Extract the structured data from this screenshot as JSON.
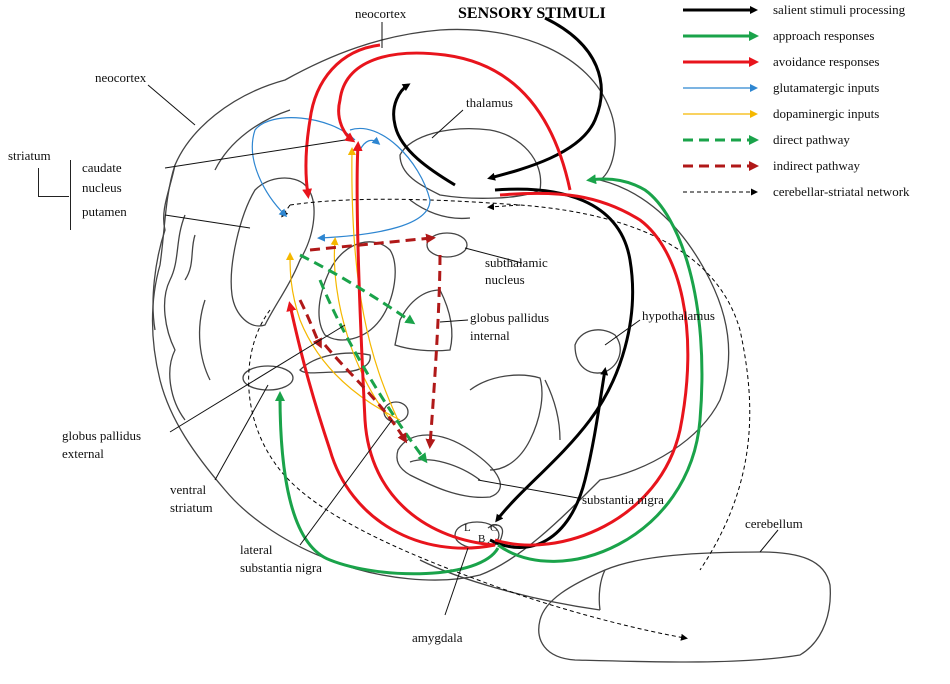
{
  "title": "SENSORY STIMULI",
  "labels": {
    "neocortex_top": "neocortex",
    "neocortex_left": "neocortex",
    "thalamus": "thalamus",
    "striatum": "striatum",
    "caudate": "caudate",
    "nucleus": "nucleus",
    "putamen": "putamen",
    "subthalamic": "subthalamic",
    "subthalamic_nucleus": "nucleus",
    "gp_internal_1": "globus pallidus",
    "gp_internal_2": "internal",
    "hypothalamus": "hypothalamus",
    "gp_external_1": "globus pallidus",
    "gp_external_2": "external",
    "ventral_1": "ventral",
    "ventral_2": "striatum",
    "lateral_sn_1": "lateral",
    "lateral_sn_2": "substantia nigra",
    "substantia_nigra": "substantia nigra",
    "cerebellum": "cerebellum",
    "amygdala": "amygdala",
    "amyg_L": "L",
    "amyg_C": "C",
    "amyg_B": "B"
  },
  "legend": [
    {
      "label": "salient  stimuli  processing",
      "color": "#000000",
      "style": "solid-thick"
    },
    {
      "label": "approach  responses",
      "color": "#1aa34a",
      "style": "solid-thick"
    },
    {
      "label": "avoidance  responses",
      "color": "#e8141c",
      "style": "solid-thick"
    },
    {
      "label": "glutamatergic  inputs",
      "color": "#2e86d1",
      "style": "solid-thin"
    },
    {
      "label": "dopaminergic  inputs",
      "color": "#f5b800",
      "style": "solid-thin"
    },
    {
      "label": "direct  pathway",
      "color": "#1aa34a",
      "style": "dashed-thick"
    },
    {
      "label": "indirect  pathway",
      "color": "#b01818",
      "style": "dashed-thick"
    },
    {
      "label": "cerebellar-striatal  network",
      "color": "#000000",
      "style": "dashed-thin"
    }
  ]
}
